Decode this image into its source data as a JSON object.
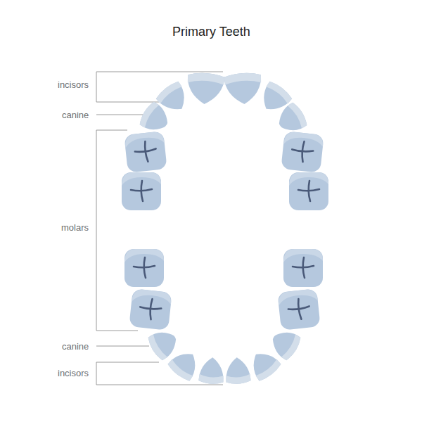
{
  "diagram": {
    "title": "Primary Teeth",
    "labels": [
      "incisors",
      "canine",
      "molars",
      "canine",
      "incisors"
    ]
  }
}
